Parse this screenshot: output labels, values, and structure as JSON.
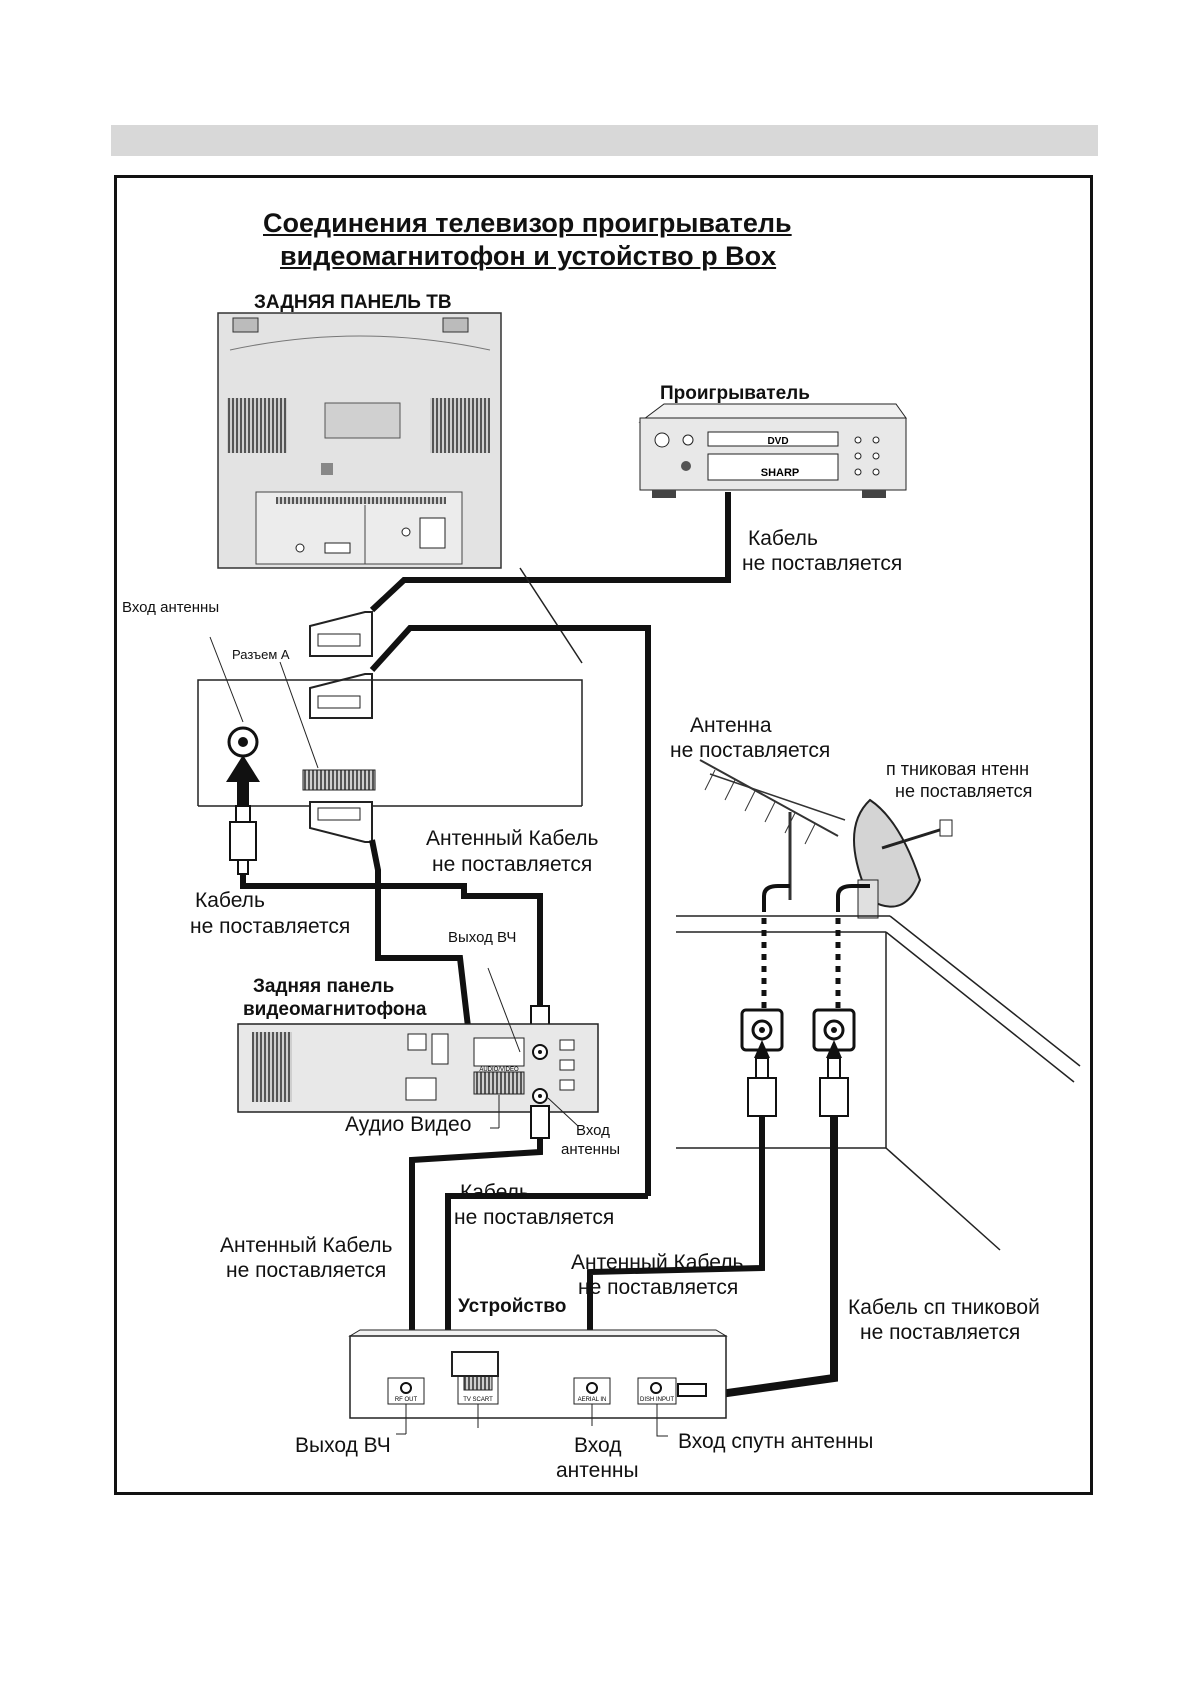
{
  "title": {
    "line1": "Соединения   телевизор  проигрыватель",
    "line2": "видеомагнитофон и устойство            р Box"
  },
  "labels": {
    "tv_back": "ЗАДНЯЯ ПАНЕЛЬ ТВ",
    "player": "Проигрыватель",
    "player_cable_1": "Кабель",
    "player_cable_2": "не поставляется",
    "antenna_in_tv": "Вход  антенны",
    "scart_a": "Разъем А",
    "antenna_1": "Антенна",
    "antenna_2": "не поставляется",
    "dish_1": "п  тниковая   нтенн",
    "dish_2": "не поставляется",
    "ant_cable_top_1": "Антенный Кабель",
    "ant_cable_top_2": "не поставляется",
    "cable_left_1": "Кабель",
    "cable_left_2": "не поставляется",
    "rf_out_vcr": "Выход ВЧ",
    "vcr_back_1": "Задняя панель",
    "vcr_back_2": "видеомагнитофона",
    "audio_video": "Аудио Видео",
    "vcr_ant_in_1": "Вход",
    "vcr_ant_in_2": "антенны",
    "cable_mid_1": "Кабель",
    "cable_mid_2": "не поставляется",
    "ant_cable_left_1": "Антенный Кабель",
    "ant_cable_left_2": "не поставляется",
    "ant_cable_right_1": "Антенный Кабель",
    "ant_cable_right_2": "не поставляется",
    "device": "Устройство",
    "sat_cable_1": "Кабель сп  тниковой",
    "sat_cable_2": "не поставляется",
    "rf_out_box": "Выход ВЧ",
    "box_ant_in_1": "Вход",
    "box_ant_in_2": "антенны",
    "sat_in": "Вход  спутн антенны"
  },
  "device_labels": {
    "rf_out": "RF OUT",
    "tv_scart": "TV SCART",
    "aerial_in": "AERIAL IN",
    "dish_input": "DISH INPUT",
    "audio_video_small": "AUDIO/VIDEO",
    "player_brand": "SHARP",
    "player_logo": "DVD"
  }
}
